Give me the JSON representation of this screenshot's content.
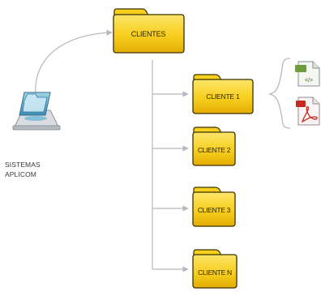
{
  "source": {
    "label_line1": "SISTEMAS",
    "label_line2": "APLICOM",
    "icon": "network-folder-icon"
  },
  "root_folder": {
    "label": "CLIENTES",
    "icon": "folder-icon"
  },
  "client_folders": [
    {
      "label": "CLIENTE 1",
      "icon": "folder-icon"
    },
    {
      "label": "CLIENTE 2",
      "icon": "folder-icon"
    },
    {
      "label": "CLIENTE 3",
      "icon": "folder-icon"
    },
    {
      "label": "CLIENTE N",
      "icon": "folder-icon"
    }
  ],
  "file_icons": [
    {
      "icon": "xml-file-icon"
    },
    {
      "icon": "pdf-file-icon"
    }
  ],
  "colors": {
    "folder_fill": "#f7cf1d",
    "folder_outline": "#3d3000",
    "connector": "#b5b9bc",
    "pdf_accent": "#c8281e",
    "xml_accent": "#6f9c3c"
  }
}
